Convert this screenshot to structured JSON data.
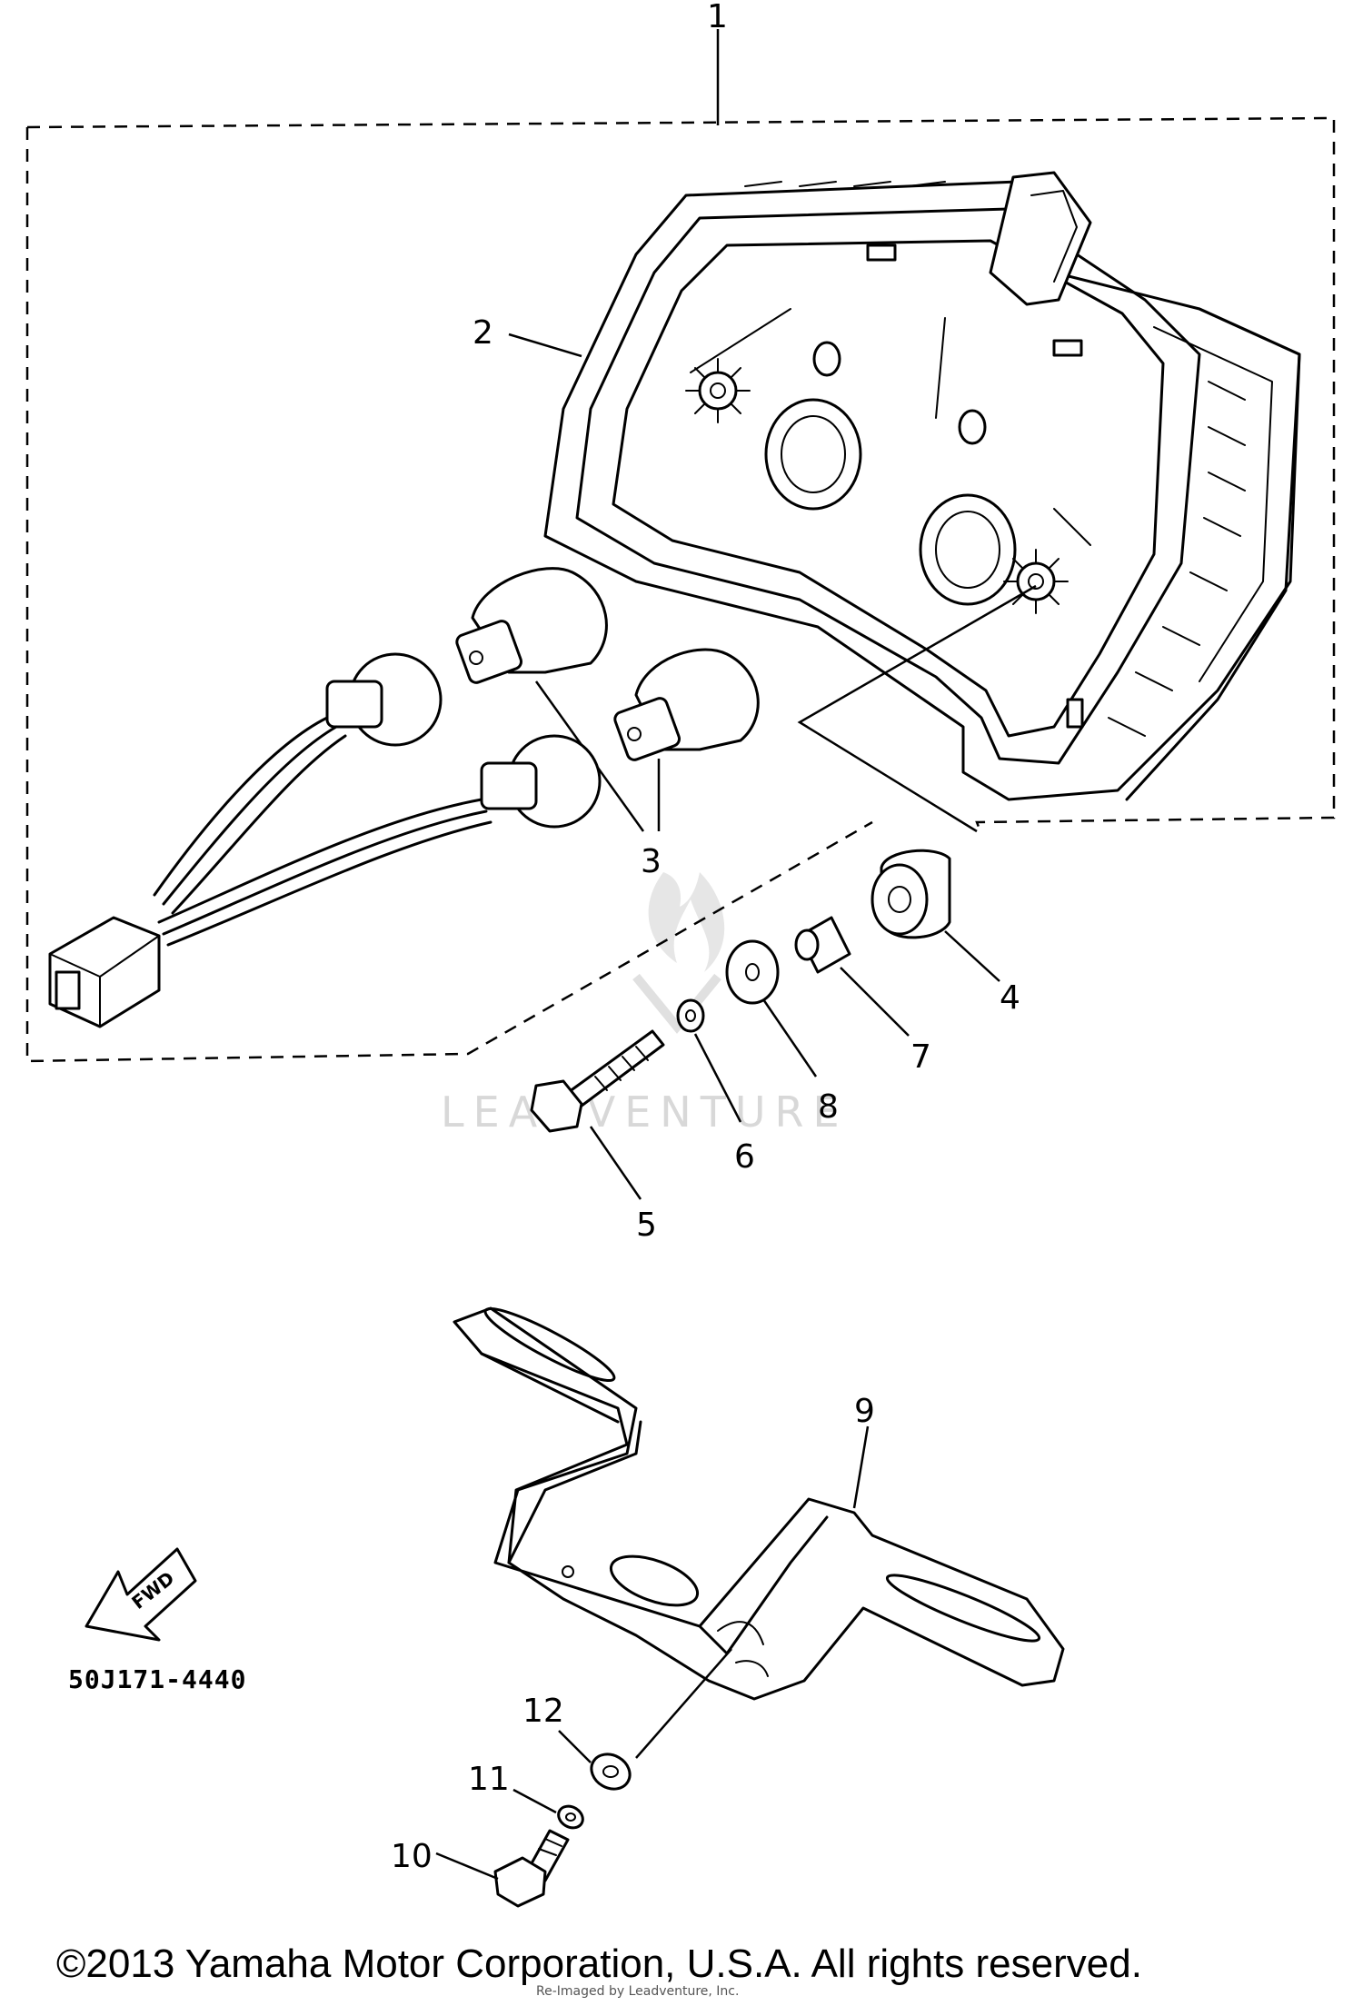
{
  "callouts": {
    "c1": "1",
    "c2": "2",
    "c3": "3",
    "c4": "4",
    "c5": "5",
    "c6": "6",
    "c7": "7",
    "c8": "8",
    "c9": "9",
    "c10": "10",
    "c11": "11",
    "c12": "12"
  },
  "part_number": "50J171-4440",
  "fwd_label": "FWD",
  "watermark": "LEADVENTURE",
  "copyright": "©2013 Yamaha Motor Corporation, U.S.A. All rights reserved.",
  "subline": "Re-Imaged by Leadventure, Inc."
}
